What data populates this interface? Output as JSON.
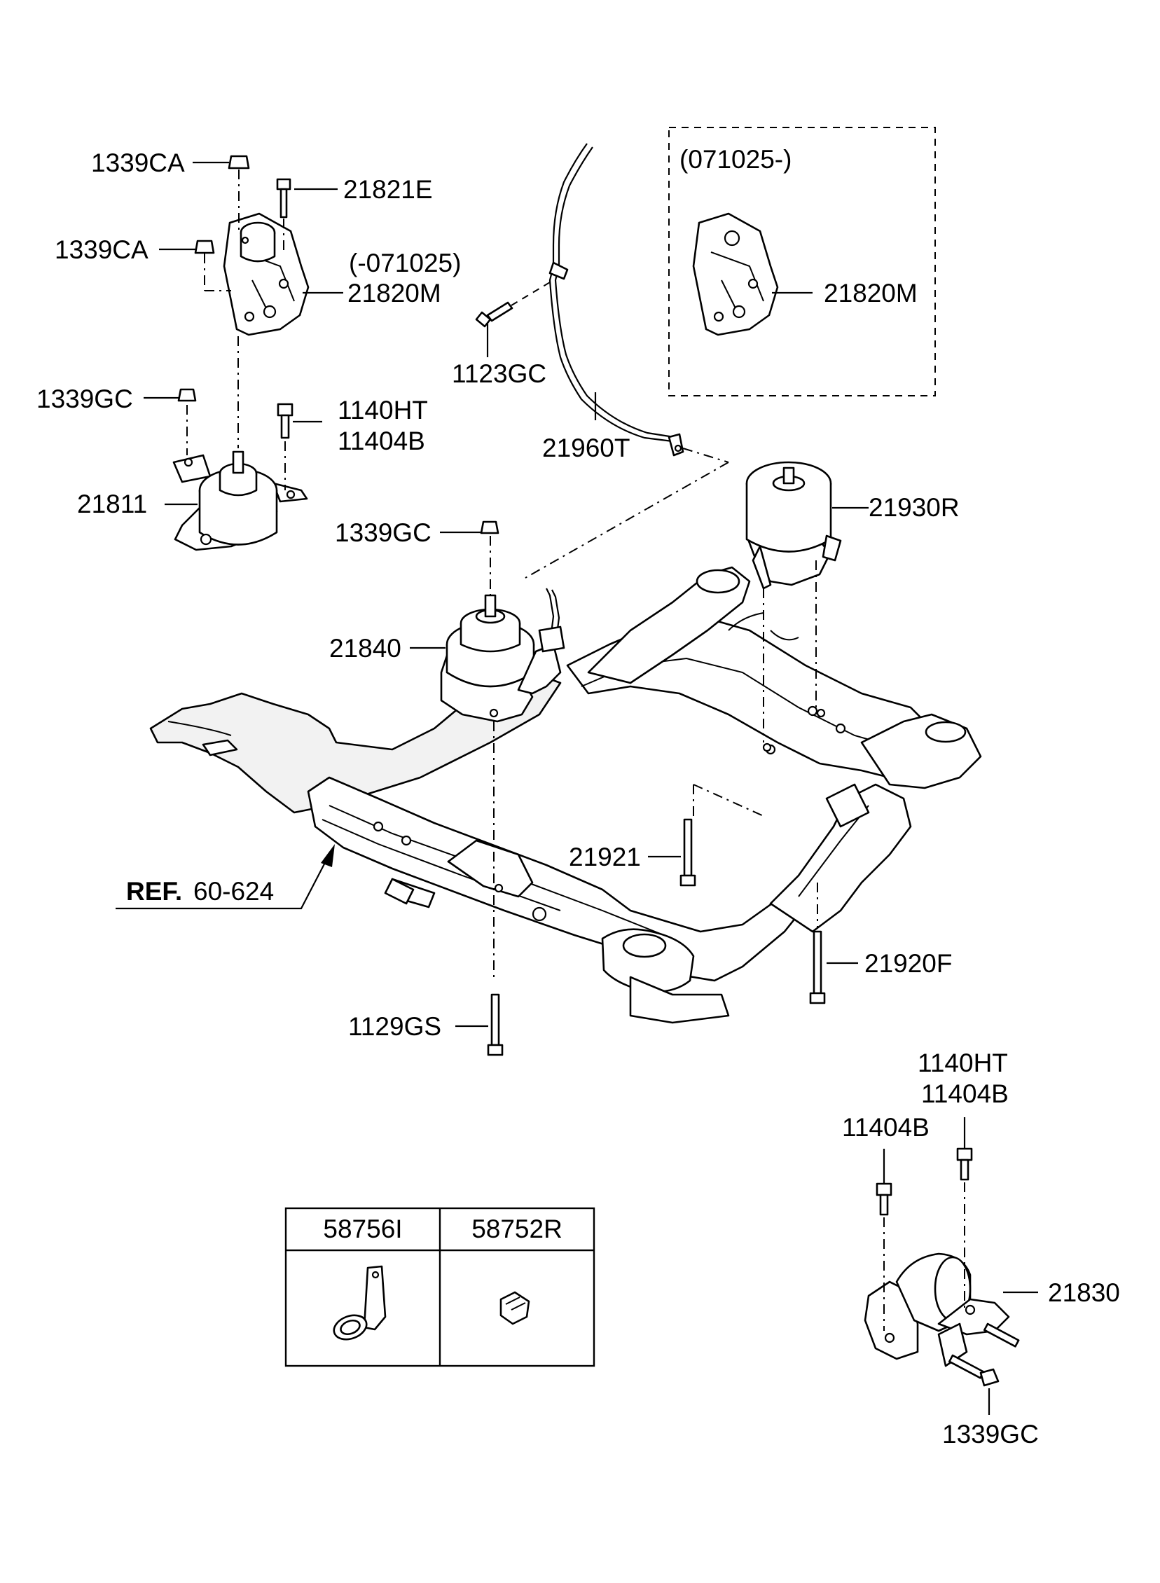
{
  "labels": {
    "l_1339CA_top": "1339CA",
    "l_21821E": "21821E",
    "l_1339CA_mid": "1339CA",
    "l_range_old": "(-071025)",
    "l_21820M_left": "21820M",
    "l_1339GC_left": "1339GC",
    "l_1140HT_top": "1140HT",
    "l_11404B_top": "11404B",
    "l_21811": "21811",
    "l_1123GC": "1123GC",
    "l_21960T": "21960T",
    "l_range_new": "(071025-)",
    "l_21820M_right": "21820M",
    "l_21930R": "21930R",
    "l_1339GC_mid": "1339GC",
    "l_21840": "21840",
    "l_ref_prefix": "REF.",
    "l_ref_number": "60-624",
    "l_21921": "21921",
    "l_21920F": "21920F",
    "l_1129GS": "1129GS",
    "l_1140HT_bottom": "1140HT",
    "l_11404B_bottom_a": "11404B",
    "l_11404B_bottom_b": "11404B",
    "l_21830": "21830",
    "l_1339GC_bottom": "1339GC"
  },
  "table": {
    "headers": [
      "58756I",
      "58752R"
    ]
  }
}
